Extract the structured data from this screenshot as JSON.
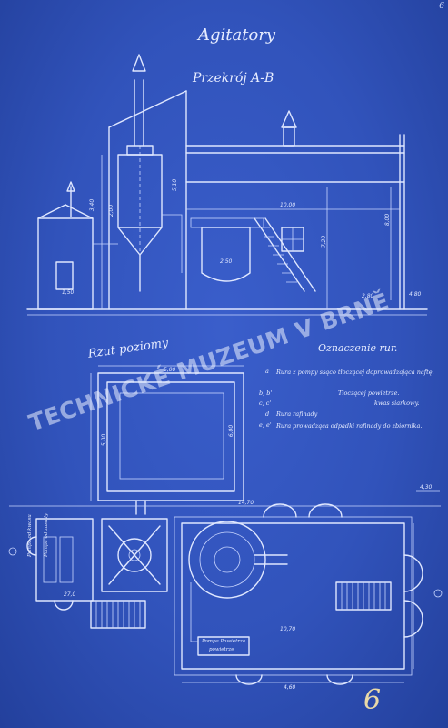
{
  "sheet": {
    "title": "Agitatory",
    "corner_mark": "6",
    "sheet_number": "6",
    "watermark": "TECHNICKÉ MUZEUM V BRNĚ"
  },
  "section_view": {
    "title": "Przekrój A-B",
    "dims": [
      "10,00",
      "7,20",
      "8,00",
      "2,00",
      "2,50",
      "5,10",
      "2,80",
      "4,80",
      "3,40",
      "1,50"
    ]
  },
  "plan_view": {
    "title": "Rzut poziomy",
    "dims": [
      "5,00",
      "6,00",
      "14,70",
      "10,70",
      "4,30",
      "5,00",
      "27,0",
      "4,60"
    ],
    "labels": {
      "pump_box_1": "Pompa od kwasu",
      "pump_box_2": "Pompa od zasady",
      "air_pump": "Pompa Powietrza",
      "air_pump_2": "powietrze"
    }
  },
  "legend": {
    "title": "Oznaczenie rur.",
    "items": [
      {
        "key": "a",
        "text": "Rura z pompy ssąco tłoczącej doprowadzająca naftę."
      },
      {
        "key": "b, b'",
        "text": "Tłoczącej powietrze."
      },
      {
        "key": "c, c'",
        "text": "kwas siarkowy."
      },
      {
        "key": "d",
        "text": "Rura rafinady"
      },
      {
        "key": "e, e'",
        "text": "Rura prowadząca odpadki rafinady do zbiornika."
      }
    ]
  },
  "colors": {
    "paper": "#3153bb",
    "ink": "#dfe7ff",
    "pencil_number": "#e9d9a8"
  }
}
